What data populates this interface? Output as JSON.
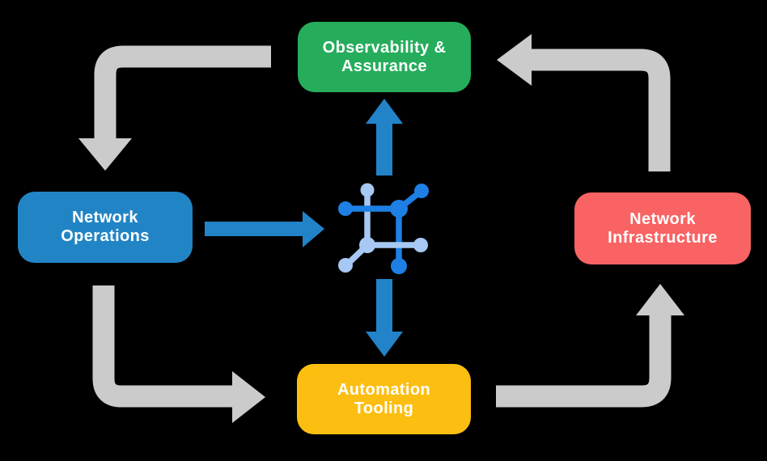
{
  "diagram": {
    "background": "#000000",
    "text_color": "#FFFFFF",
    "nodes": [
      {
        "id": "observability-assurance",
        "line1": "Observability &",
        "line2": "Assurance",
        "color": "#25AD5B"
      },
      {
        "id": "network-operations",
        "line1": "Network",
        "line2": "Operations",
        "color": "#2185C5"
      },
      {
        "id": "network-infrastructure",
        "line1": "Network",
        "line2": "Infrastructure",
        "color": "#F96363"
      },
      {
        "id": "automation-tooling",
        "line1": "Automation",
        "line2": "Tooling",
        "color": "#FCBE10"
      }
    ],
    "center_icon": {
      "name": "network-mesh-icon",
      "primary_color": "#1E7FE5",
      "secondary_color": "#A6C8F3"
    },
    "arrows": {
      "cycle_color": "#CBCBCB",
      "flow_color": "#2283C8",
      "cycle": [
        {
          "from": "observability-assurance",
          "to": "network-operations"
        },
        {
          "from": "network-operations",
          "to": "automation-tooling"
        },
        {
          "from": "automation-tooling",
          "to": "network-infrastructure"
        },
        {
          "from": "network-infrastructure",
          "to": "observability-assurance"
        }
      ],
      "flows": [
        {
          "from": "network-operations",
          "to": "center"
        },
        {
          "from": "center",
          "to": "observability-assurance"
        },
        {
          "from": "center",
          "to": "automation-tooling"
        }
      ]
    }
  }
}
